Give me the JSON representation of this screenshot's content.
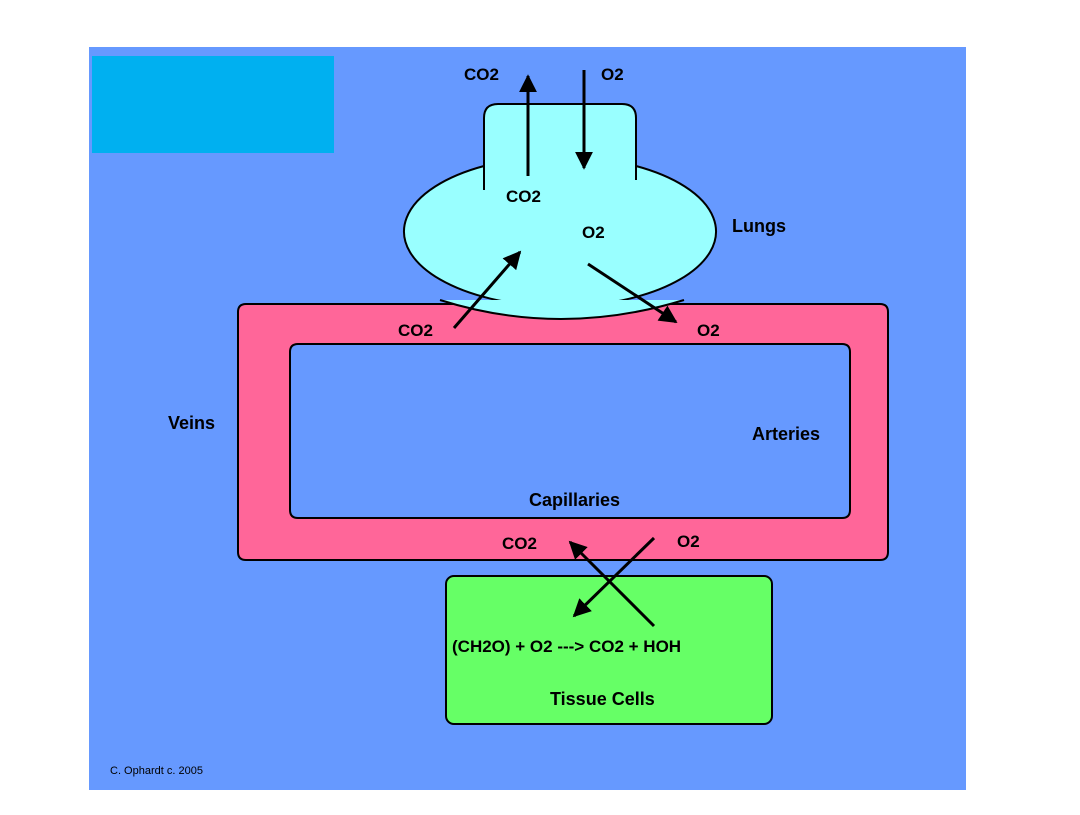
{
  "colors": {
    "page_background": "#ffffff",
    "panel_background": "#6699ff",
    "header_box": "#00b0f0",
    "lungs": "#99ffff",
    "vessels": "#ff6699",
    "tissue": "#66ff66",
    "outline": "#000000"
  },
  "lungs": {
    "label": "Lungs",
    "top_out": "CO2",
    "top_in": "O2",
    "inner_co2": "CO2",
    "inner_o2": "O2"
  },
  "vessel_loop": {
    "top_co2": "CO2",
    "top_o2": "O2",
    "veins_label": "Veins",
    "arteries_label": "Arteries",
    "capillaries_label": "Capillaries",
    "bottom_co2": "CO2",
    "bottom_o2": "O2"
  },
  "tissue": {
    "equation": "(CH2O) + O2 ---> CO2 + HOH",
    "label": "Tissue Cells"
  },
  "credit": "C. Ophardt c. 2005"
}
